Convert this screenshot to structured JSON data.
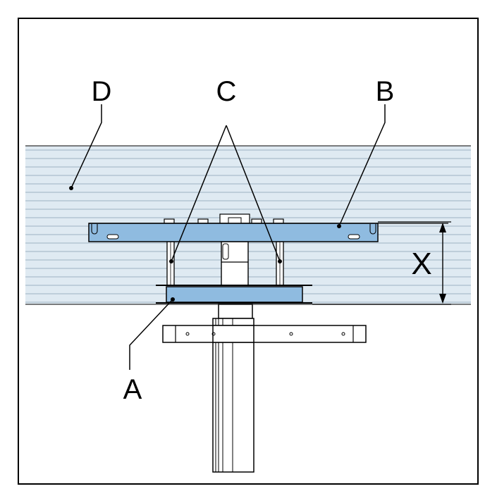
{
  "labels": {
    "a": "A",
    "b": "B",
    "c": "C",
    "d": "D",
    "dimension": "X"
  },
  "colors": {
    "panel": "#dfeaf2",
    "panel_stripe": "#9eb2c2",
    "part": "#8fbbe0",
    "outline": "#000000",
    "frame": "#000000",
    "metal": "#ffffff"
  }
}
